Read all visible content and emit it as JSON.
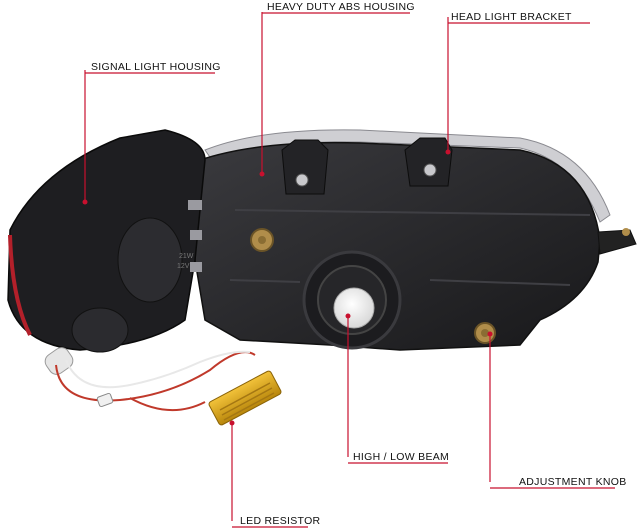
{
  "callouts": {
    "heavy_duty_abs_housing": "HEAVY DUTY ABS HOUSING",
    "head_light_bracket": "HEAD LIGHT BRACKET",
    "signal_light_housing": "SIGNAL LIGHT HOUSING",
    "high_low_beam": "HIGH / LOW BEAM",
    "adjustment_knob": "ADJUSTMENT KNOB",
    "led_resistor": "LED RESISTOR"
  },
  "product_markings": {
    "bulb_rating": "21W",
    "bulb_voltage": "12V"
  },
  "colors": {
    "leader_line": "#c8102e",
    "housing": "#2a2a2d",
    "resistor": "#d9a21b"
  }
}
